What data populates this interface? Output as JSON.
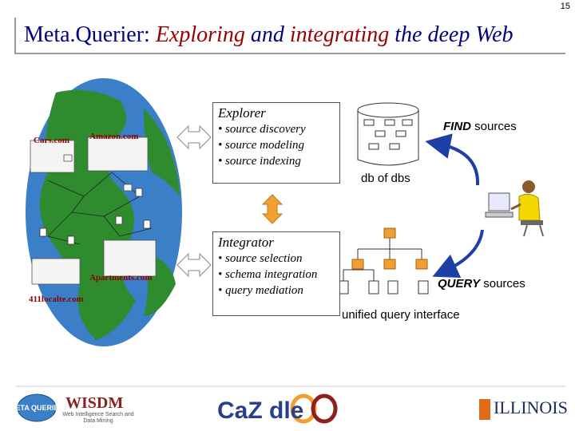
{
  "page": {
    "number": "15"
  },
  "title": {
    "lead": "Meta.Querier",
    "colon": ": ",
    "w1": "Exploring",
    "w2": " and ",
    "w3": "integrating",
    "w4": " the deep Web"
  },
  "globe": {
    "sites": [
      "Cars.com",
      "Amazon.com",
      "Apartments.com",
      "411localte.com"
    ]
  },
  "explorer": {
    "title": "Explorer",
    "items": [
      "• source discovery",
      "• source modeling",
      "• source indexing"
    ]
  },
  "integrator": {
    "title": "Integrator",
    "items": [
      "• source selection",
      "• schema integration",
      "• query mediation"
    ]
  },
  "db_of_dbs": {
    "label": "db of dbs"
  },
  "find_sources": {
    "bold": "FIND",
    "rest": " sources"
  },
  "query_sources": {
    "bold": "QUERY",
    "rest": " sources"
  },
  "unified": {
    "label": "unified query interface"
  },
  "footer": {
    "wisdm": "WISDM",
    "wisdm_sub": "Web Intelligence Search and Data Mining",
    "meta_logo": "META QUERIER",
    "cazoodle": "CaZ dle",
    "illinois": "ILLINOIS"
  },
  "colors": {
    "title_blue": "#000080",
    "title_red": "#990000",
    "arrow_blue": "#1f3fa8",
    "arrow_orange": "#f0a030",
    "globe_green": "#2e8b2e",
    "globe_blue": "#3a7fc8"
  }
}
